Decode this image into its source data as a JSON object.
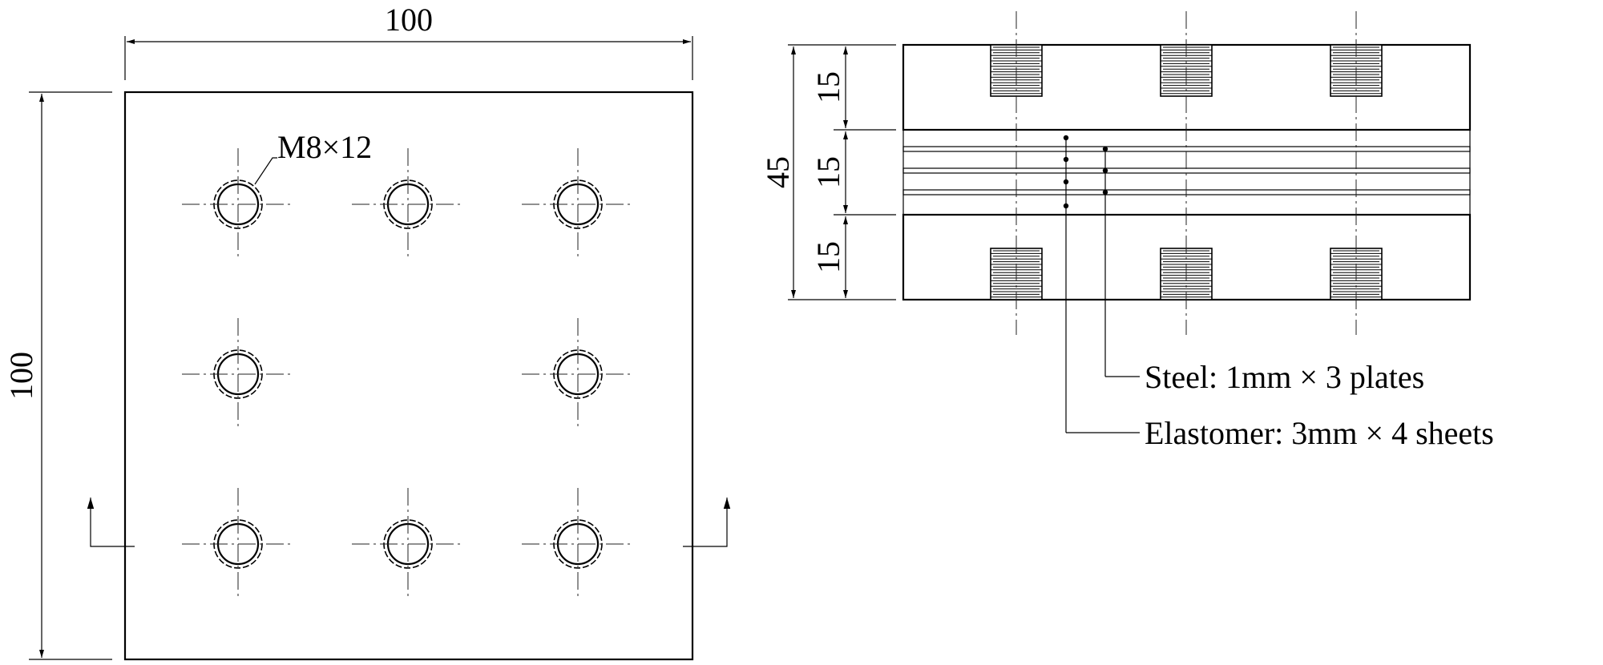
{
  "plan_view": {
    "width_label": "100",
    "height_label": "100",
    "thread_label": "M8×12"
  },
  "section_view": {
    "total_height_label": "45",
    "layer_labels": [
      "15",
      "15",
      "15"
    ],
    "callouts": {
      "steel": "Steel: 1mm × 3 plates",
      "elastomer": "Elastomer: 3mm × 4 sheets"
    }
  }
}
